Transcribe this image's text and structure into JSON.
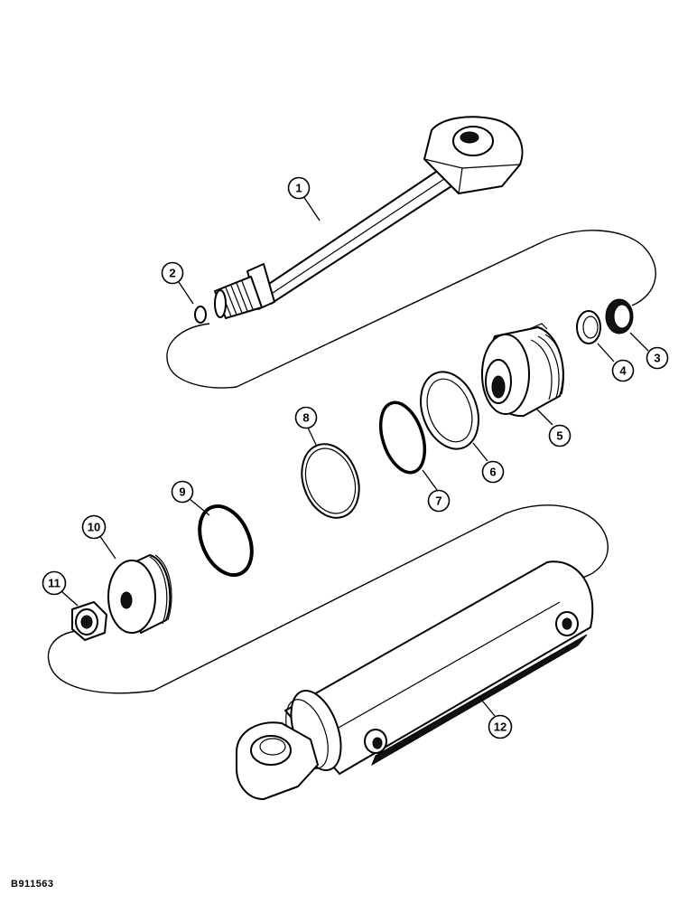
{
  "drawing_id": "B911563",
  "callouts": [
    {
      "label": "1"
    },
    {
      "label": "2"
    },
    {
      "label": "3"
    },
    {
      "label": "4"
    },
    {
      "label": "5"
    },
    {
      "label": "6"
    },
    {
      "label": "7"
    },
    {
      "label": "8"
    },
    {
      "label": "9"
    },
    {
      "label": "10"
    },
    {
      "label": "11"
    },
    {
      "label": "12"
    }
  ]
}
